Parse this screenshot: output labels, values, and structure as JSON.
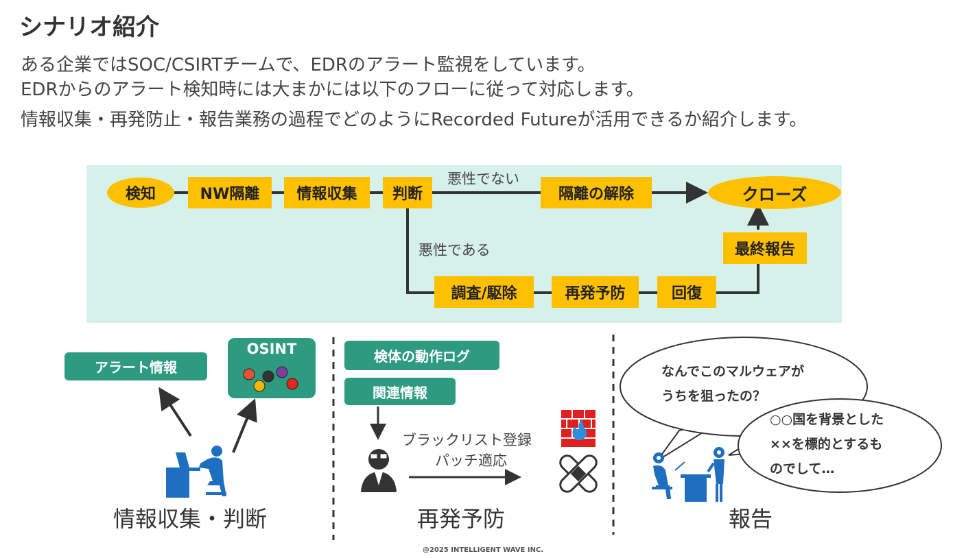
{
  "header": {
    "title": "シナリオ紹介",
    "lines": [
      "ある企業ではSOC/CSIRTチームで、EDRのアラート監視をしています。",
      "EDRからのアラート検知時には大まかには以下のフローに従って対応します。",
      "情報収集・再発防止・報告業務の過程でどのようにRecorded Futureが活用できるか紹介します。"
    ]
  },
  "flow": {
    "nodes": {
      "detect": "検知",
      "isolate": "NW隔離",
      "collect": "情報収集",
      "judge": "判断",
      "release": "隔離の解除",
      "close": "クローズ",
      "final_report": "最終報告",
      "investigate": "調査/駆除",
      "prevent": "再発予防",
      "recover": "回復"
    },
    "edges": {
      "not_malicious": "悪性でない",
      "malicious": "悪性である"
    }
  },
  "panels": {
    "collect": {
      "alert_info": "アラート情報",
      "osint": "OSINT",
      "caption": "情報収集・判断"
    },
    "prevent": {
      "sample_log": "検体の動作ログ",
      "related_info": "関連情報",
      "action_line1": "ブラックリスト登録",
      "action_line2": "パッチ適応",
      "caption": "再発予防"
    },
    "report": {
      "bubble1_line1": "なんでこのマルウェアが",
      "bubble1_line2": "うちを狙ったの？",
      "bubble2_line1": "○○国を背景とした",
      "bubble2_line2": "××を標的とするも",
      "bubble2_line3": "のでして…",
      "caption": "報告"
    }
  },
  "footer": "@2025 INTELLIGENT WAVE INC.",
  "colors": {
    "accent_yellow": "#ffc000",
    "panel_bg": "#d6f1ea",
    "teal": "#2e9b80",
    "person_blue": "#1e6fc0"
  }
}
